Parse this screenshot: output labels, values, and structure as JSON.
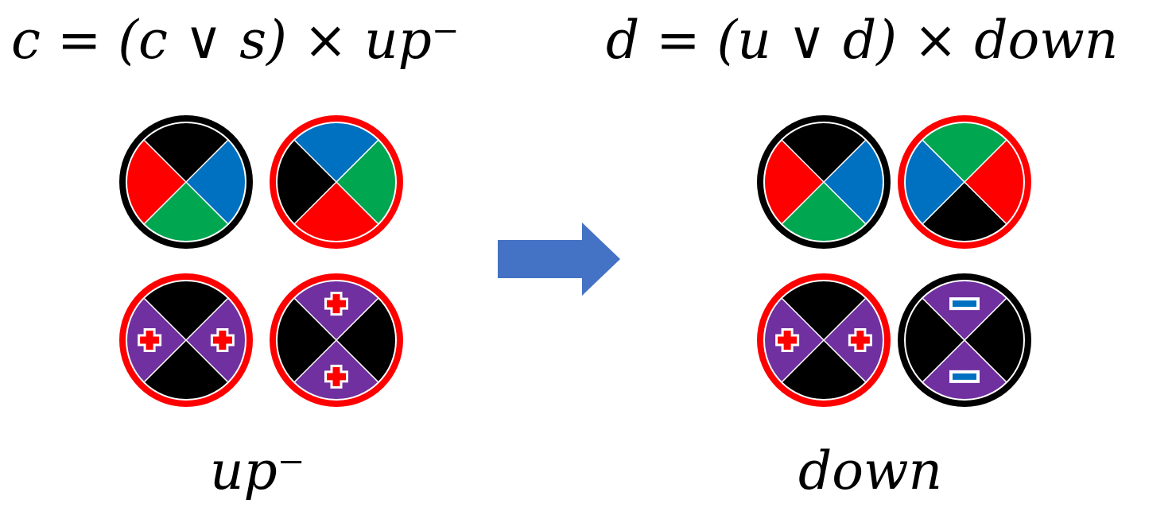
{
  "equations": {
    "left": "c = (c ∨ s) × up⁻",
    "right": "d = (u ∨ d) × down"
  },
  "captions": {
    "left": "up⁻",
    "right": "down"
  },
  "colors": {
    "red": "#ff0000",
    "green": "#00a650",
    "blue": "#0070c0",
    "black": "#000000",
    "purple": "#7030a0",
    "arrow": "#4472c4"
  },
  "groups": [
    {
      "name": "up-minus",
      "disks": [
        {
          "ring": "black",
          "quadrants": {
            "top": "black",
            "right": "blue",
            "bottom": "green",
            "left": "red"
          }
        },
        {
          "ring": "red",
          "quadrants": {
            "top": "blue",
            "right": "green",
            "bottom": "red",
            "left": "black"
          }
        },
        {
          "ring": "red",
          "quadrants": {
            "top": "black",
            "right": "purple-plus",
            "bottom": "black",
            "left": "purple-plus"
          }
        },
        {
          "ring": "red",
          "quadrants": {
            "top": "purple-plus",
            "right": "black",
            "bottom": "purple-plus",
            "left": "black"
          }
        }
      ]
    },
    {
      "name": "down",
      "disks": [
        {
          "ring": "black",
          "quadrants": {
            "top": "black",
            "right": "blue",
            "bottom": "green",
            "left": "red"
          }
        },
        {
          "ring": "red",
          "quadrants": {
            "top": "green",
            "right": "red",
            "bottom": "black",
            "left": "blue"
          }
        },
        {
          "ring": "red",
          "quadrants": {
            "top": "black",
            "right": "purple-plus",
            "bottom": "black",
            "left": "purple-plus"
          }
        },
        {
          "ring": "black",
          "quadrants": {
            "top": "purple-minus",
            "right": "black",
            "bottom": "purple-minus",
            "left": "black"
          }
        }
      ]
    }
  ],
  "arrow": {
    "direction": "right",
    "color": "arrow"
  }
}
